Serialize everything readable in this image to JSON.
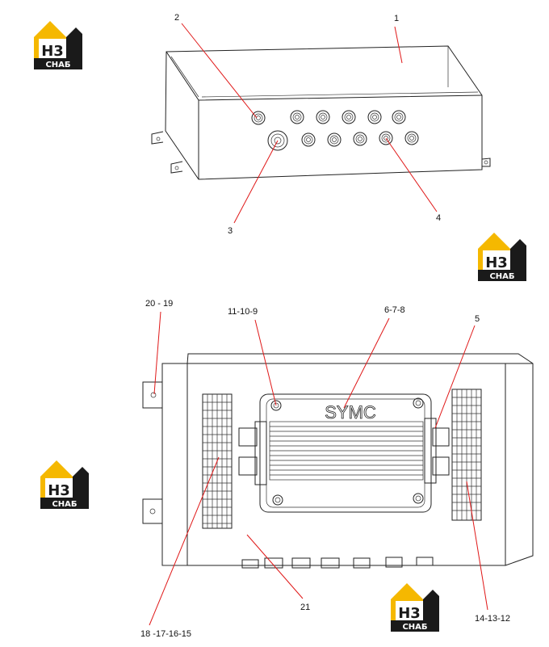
{
  "logo": {
    "letters": "H3",
    "caption": "СНАБ",
    "color_gold": "#f5b800",
    "color_dark": "#1a1a1a"
  },
  "colors": {
    "leader": "#e01818",
    "outline": "#222222"
  },
  "callouts": {
    "c1": "1",
    "c2": "2",
    "c3": "3",
    "c4": "4",
    "c5": "5",
    "c6": "6-7-8",
    "c11": "11-10-9",
    "c14": "14-13-12",
    "c18": "18 -17-16-15",
    "c20": "20 - 19",
    "c21": "21"
  },
  "module": {
    "label": "SYMC"
  }
}
